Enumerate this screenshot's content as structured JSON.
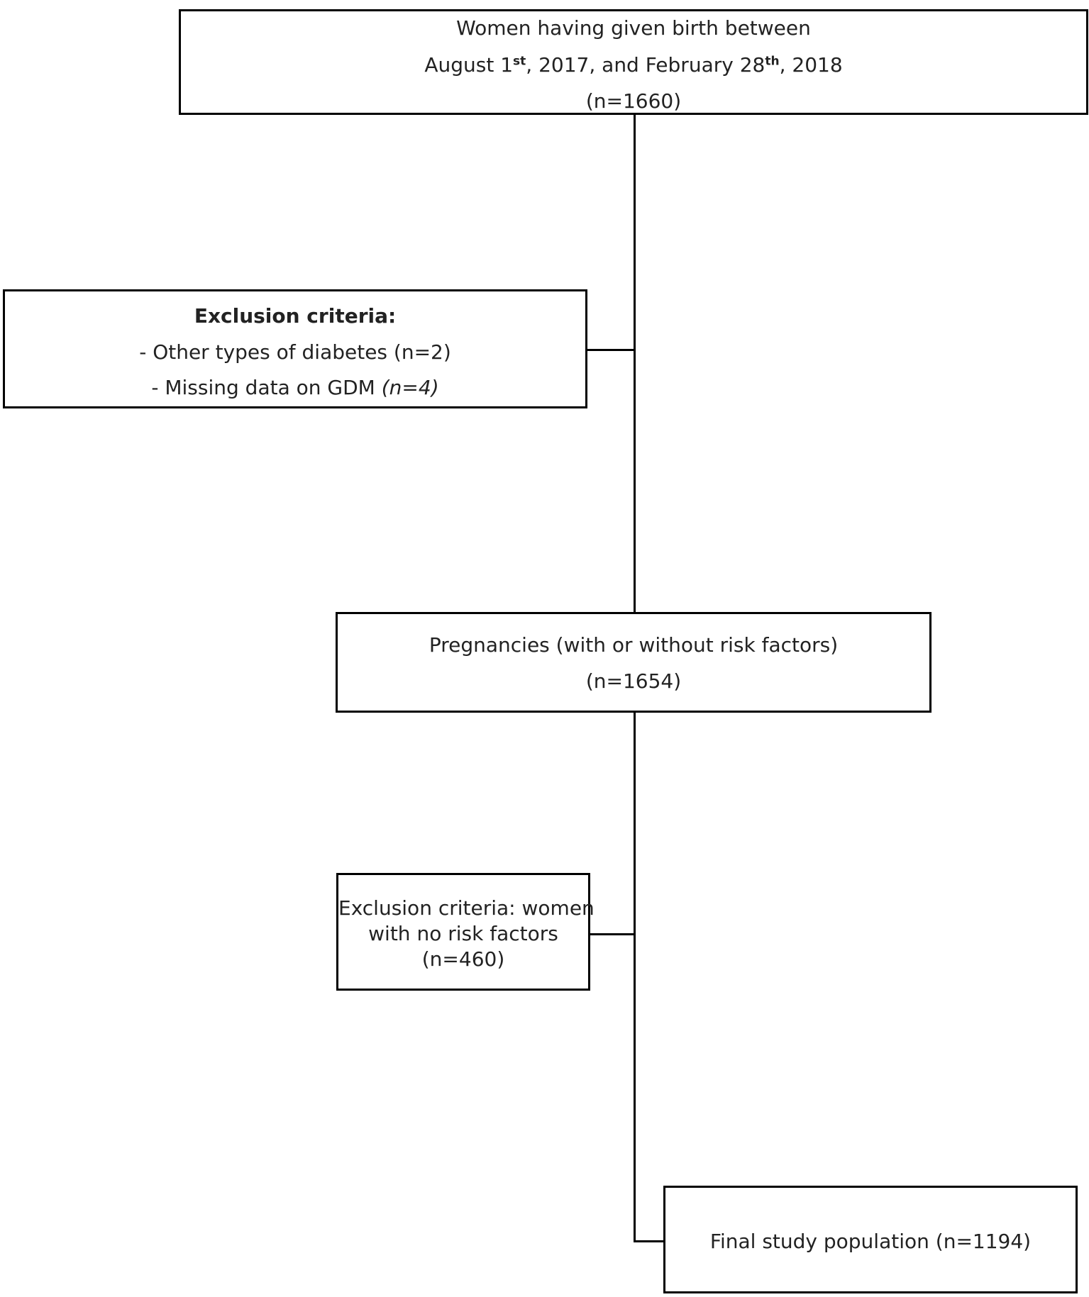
{
  "top_box": {
    "line1": "Women having given birth between",
    "line2_pre": "August 1",
    "line2_sup1": "st",
    "line2_mid": ", 2017, and February  28",
    "line2_sup2": "th",
    "line2_post": ", 2018",
    "count": "(n=1660)"
  },
  "exclusion_box_1": {
    "title": "Exclusion criteria:",
    "item1": "- Other types of diabetes (n=2)",
    "item2_text": "-  Missing data on GDM  ",
    "item2_count": "(n=4)"
  },
  "pregnancies_box": {
    "label": "Pregnancies (with or without risk factors)",
    "count": "(n=1654)"
  },
  "exclusion_box_2": {
    "line1": "Exclusion criteria: women",
    "line2": "with no risk factors",
    "count": "(n=460)"
  },
  "final_box": {
    "label": "Final study population (n=1194)"
  }
}
